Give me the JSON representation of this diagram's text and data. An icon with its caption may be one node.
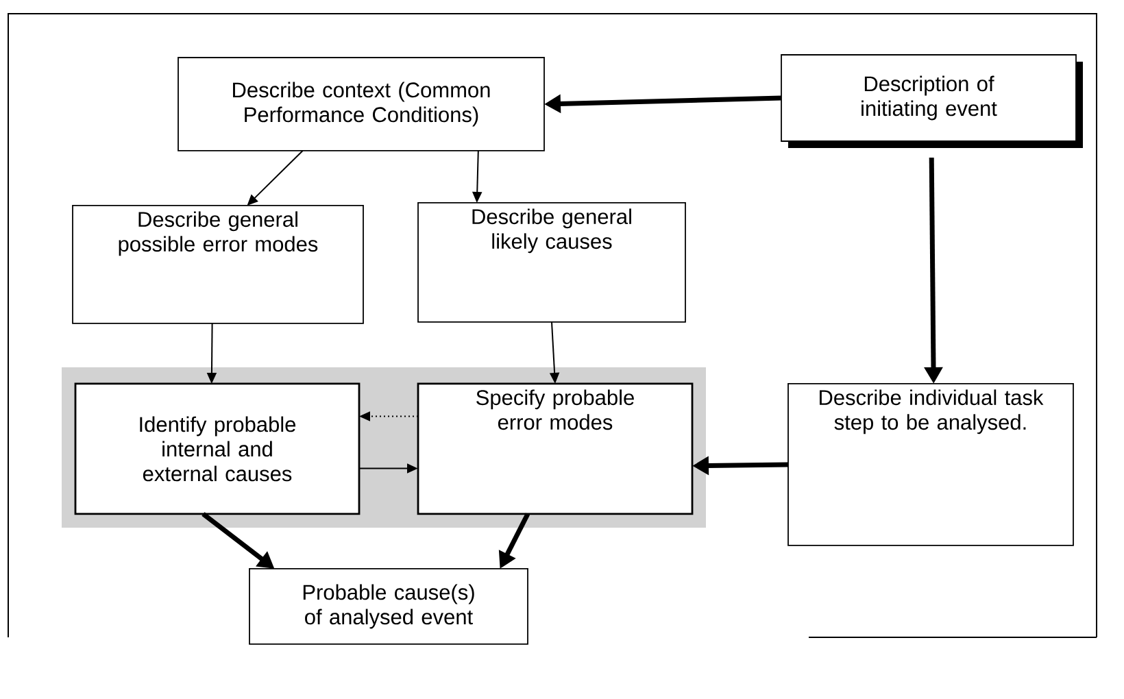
{
  "diagram": {
    "nodes": [
      {
        "text": [
          "Describe context (Common Performance Conditions)"
        ]
      },
      {
        "text": [
          "Description of initiating event"
        ]
      },
      {
        "text": [
          "Describe general possible error modes"
        ]
      },
      {
        "text": [
          "Describe general likely causes"
        ]
      },
      {
        "text": [
          "Identify probable internal and external causes"
        ]
      },
      {
        "text": [
          "Specify probable error modes"
        ]
      },
      {
        "text": [
          "Describe individual task step to be analysed."
        ]
      },
      {
        "text": [
          "Probable cause(s) of analysed event"
        ]
      }
    ],
    "edges": [
      {
        "from": 1,
        "to": 0,
        "arrow": "to",
        "style": "thick"
      },
      {
        "from": 0,
        "to": 2,
        "arrow": "to"
      },
      {
        "from": 0,
        "to": 3,
        "arrow": "to"
      },
      {
        "from": 1,
        "to": 6,
        "arrow": "to",
        "style": "thick"
      },
      {
        "from": 2,
        "to": 4,
        "arrow": "to"
      },
      {
        "from": 3,
        "to": 5,
        "arrow": "to"
      },
      {
        "from": 6,
        "to": 5,
        "arrow": "to",
        "style": "thick"
      },
      {
        "from": 5,
        "to": 4,
        "arrow": "to",
        "style": "dashed"
      },
      {
        "from": 4,
        "to": 5,
        "arrow": "to"
      },
      {
        "from": 4,
        "to": 7,
        "arrow": "to",
        "style": "thick"
      },
      {
        "from": 5,
        "to": 7,
        "arrow": "to",
        "style": "thick"
      }
    ]
  }
}
